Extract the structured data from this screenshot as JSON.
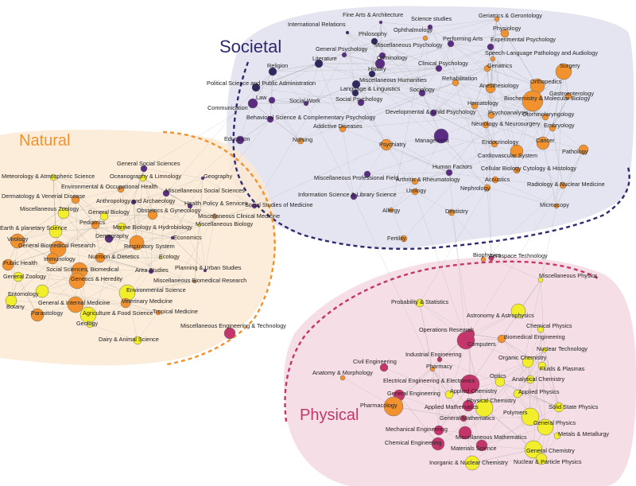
{
  "colors": {
    "societal": "#2e2a6e",
    "natural": "#f2922e",
    "physical": "#c4366b",
    "societal_fill": "#d9d9ea",
    "natural_fill": "#fbe8cf",
    "physical_fill": "#f0d2dc",
    "node_purple": "#5a2d82",
    "node_darkpurple": "#2f2760",
    "node_orange": "#f2922e",
    "node_yellow": "#f2ee2b",
    "node_pink": "#c4366b",
    "edge": "#9a9a9a"
  },
  "regions": {
    "societal": {
      "label": "Societal"
    },
    "natural": {
      "label": "Natural"
    },
    "physical": {
      "label": "Physical"
    }
  },
  "nodes": [
    {
      "label": "Fine Arts & Architecture",
      "color": "purple"
    },
    {
      "label": "Science studies",
      "color": "purple"
    },
    {
      "label": "Geriatrics & Gerontology",
      "color": "orange"
    },
    {
      "label": "International Relations",
      "color": "darkpurple"
    },
    {
      "label": "Philosophy",
      "color": "darkpurple"
    },
    {
      "label": "Ophthalmology",
      "color": "orange"
    },
    {
      "label": "Physiology",
      "color": "orange"
    },
    {
      "label": "Performing Arts",
      "color": "purple"
    },
    {
      "label": "Experimental Psychology",
      "color": "purple"
    },
    {
      "label": "General Psychology",
      "color": "purple"
    },
    {
      "label": "Miscellaneous Psychology",
      "color": "purple"
    },
    {
      "label": "Speech-Language Pathology and Audiology",
      "color": "orange"
    },
    {
      "label": "Literature",
      "color": "darkpurple"
    },
    {
      "label": "Criminology",
      "color": "purple"
    },
    {
      "label": "Clinical Psychology",
      "color": "purple"
    },
    {
      "label": "Geriatrics",
      "color": "orange"
    },
    {
      "label": "Surgery",
      "color": "orange"
    },
    {
      "label": "Religion",
      "color": "darkpurple"
    },
    {
      "label": "History",
      "color": "darkpurple"
    },
    {
      "label": "Political Science and Public Administration",
      "color": "darkpurple"
    },
    {
      "label": "Miscellaneous Humanities",
      "color": "darkpurple"
    },
    {
      "label": "Rehabilitation",
      "color": "orange"
    },
    {
      "label": "Anesthesiology",
      "color": "orange"
    },
    {
      "label": "Orthopedics",
      "color": "orange"
    },
    {
      "label": "Language & Linguistics",
      "color": "darkpurple"
    },
    {
      "label": "Sociology",
      "color": "purple"
    },
    {
      "label": "Gastroenterology",
      "color": "orange"
    },
    {
      "label": "Law",
      "color": "purple"
    },
    {
      "label": "Social Work",
      "color": "purple"
    },
    {
      "label": "Social Psychology",
      "color": "purple"
    },
    {
      "label": "Hematology",
      "color": "orange"
    },
    {
      "label": "Biochemistry & Molecular Biology",
      "color": "orange"
    },
    {
      "label": "Communication",
      "color": "purple"
    },
    {
      "label": "Developmental & Child Psychology",
      "color": "purple"
    },
    {
      "label": "Psychoanalysis",
      "color": "orange"
    },
    {
      "label": "Otorhinolaryngology",
      "color": "orange"
    },
    {
      "label": "Behavioral Science & Complementary Psychology",
      "color": "purple"
    },
    {
      "label": "Neurology & Neurosurgery",
      "color": "orange"
    },
    {
      "label": "Embryology",
      "color": "orange"
    },
    {
      "label": "Addictive Diseases",
      "color": "orange"
    },
    {
      "label": "Education",
      "color": "purple"
    },
    {
      "label": "Nursing",
      "color": "orange"
    },
    {
      "label": "Psychiatry",
      "color": "orange"
    },
    {
      "label": "Management",
      "color": "purple"
    },
    {
      "label": "Endocrinology",
      "color": "orange"
    },
    {
      "label": "Cancer",
      "color": "orange"
    },
    {
      "label": "Pathology",
      "color": "orange"
    },
    {
      "label": "Cardiovascular System",
      "color": "orange"
    },
    {
      "label": "Cellular Biology Cytology & Histology",
      "color": "orange"
    },
    {
      "label": "Human Factors",
      "color": "purple"
    },
    {
      "label": "Miscellaneous Professional Field",
      "color": "purple"
    },
    {
      "label": "Arthritis & Rheumatology",
      "color": "orange"
    },
    {
      "label": "Acoustics",
      "color": "orange"
    },
    {
      "label": "Radiology & Nuclear Medicine",
      "color": "orange"
    },
    {
      "label": "Information Science & Library Science",
      "color": "purple"
    },
    {
      "label": "Urology",
      "color": "orange"
    },
    {
      "label": "Nephrology",
      "color": "orange"
    },
    {
      "label": "Microscopy",
      "color": "orange"
    },
    {
      "label": "Allergy",
      "color": "orange"
    },
    {
      "label": "Dentistry",
      "color": "orange"
    },
    {
      "label": "Fertility",
      "color": "orange"
    },
    {
      "label": "General Social Sciences",
      "color": "purple"
    },
    {
      "label": "Oceanography & Limnology",
      "color": "yellow"
    },
    {
      "label": "Meteorology & Atmospheric Science",
      "color": "yellow"
    },
    {
      "label": "Geography",
      "color": "purple"
    },
    {
      "label": "Environmental & Occupational Health",
      "color": "orange"
    },
    {
      "label": "Miscellaneous Social Sciences",
      "color": "purple"
    },
    {
      "label": "Dermatology & Venerial Disease",
      "color": "orange"
    },
    {
      "label": "Anthropology and Archaeology",
      "color": "purple"
    },
    {
      "label": "Health Policy & Services",
      "color": "purple"
    },
    {
      "label": "Social Studies of Medicine",
      "color": "purple"
    },
    {
      "label": "Miscellaneous Zoology",
      "color": "yellow"
    },
    {
      "label": "General Biology",
      "color": "yellow"
    },
    {
      "label": "Obstetrics & Gynecology",
      "color": "orange"
    },
    {
      "label": "Miscellaneous Clinical Medicine",
      "color": "orange"
    },
    {
      "label": "Pediatrics",
      "color": "orange"
    },
    {
      "label": "Miscellaneous Biology",
      "color": "yellow"
    },
    {
      "label": "Earth & planetary Science",
      "color": "yellow"
    },
    {
      "label": "Marine Biology & Hydrobiology",
      "color": "yellow"
    },
    {
      "label": "Demography",
      "color": "purple"
    },
    {
      "label": "Economics",
      "color": "purple"
    },
    {
      "label": "Virology",
      "color": "orange"
    },
    {
      "label": "General Biomedical Research",
      "color": "orange"
    },
    {
      "label": "Respiratory System",
      "color": "orange"
    },
    {
      "label": "Immunology",
      "color": "orange"
    },
    {
      "label": "Nutrition & Dietetics",
      "color": "orange"
    },
    {
      "label": "Ecology",
      "color": "yellow"
    },
    {
      "label": "Public Health",
      "color": "orange"
    },
    {
      "label": "Planning & Urban Studies",
      "color": "purple"
    },
    {
      "label": "General Zoology",
      "color": "yellow"
    },
    {
      "label": "Social Sciences, Biomedical",
      "color": "orange"
    },
    {
      "label": "Area Studies",
      "color": "purple"
    },
    {
      "label": "Genetics & Heredity",
      "color": "orange"
    },
    {
      "label": "Miscellaneous Biomedical Research",
      "color": "orange"
    },
    {
      "label": "Entomology",
      "color": "yellow"
    },
    {
      "label": "Environmental Science",
      "color": "yellow"
    },
    {
      "label": "Botany",
      "color": "yellow"
    },
    {
      "label": "General & Internal Medicine",
      "color": "orange"
    },
    {
      "label": "Veterinary Medicine",
      "color": "orange"
    },
    {
      "label": "Parasitology",
      "color": "orange"
    },
    {
      "label": "Agriculture & Food Science",
      "color": "yellow"
    },
    {
      "label": "Tropical Medicine",
      "color": "orange"
    },
    {
      "label": "Geology",
      "color": "yellow"
    },
    {
      "label": "Miscellaneous Engineering & Technology",
      "color": "pink"
    },
    {
      "label": "Dairy & Animal Science",
      "color": "yellow"
    },
    {
      "label": "Biophysics",
      "color": "orange"
    },
    {
      "label": "Aerospace Technology",
      "color": "pink"
    },
    {
      "label": "Miscellaneous Physics",
      "color": "yellow"
    },
    {
      "label": "Probability & Statistics",
      "color": "yellow"
    },
    {
      "label": "Astronomy & Astrophysics",
      "color": "yellow"
    },
    {
      "label": "Chemical Physics",
      "color": "yellow"
    },
    {
      "label": "Operations Research",
      "color": "pink"
    },
    {
      "label": "Computers",
      "color": "pink"
    },
    {
      "label": "Biomedical Engineering",
      "color": "orange"
    },
    {
      "label": "Nuclear Technology",
      "color": "yellow"
    },
    {
      "label": "Civil Engineering",
      "color": "pink"
    },
    {
      "label": "Industrial Engineering",
      "color": "pink"
    },
    {
      "label": "Organic Chemistry",
      "color": "yellow"
    },
    {
      "label": "Fluids & Plasmas",
      "color": "yellow"
    },
    {
      "label": "Anatomy & Morphology",
      "color": "orange"
    },
    {
      "label": "Pharmacy",
      "color": "orange"
    },
    {
      "label": "Optics",
      "color": "yellow"
    },
    {
      "label": "Analytical Chemistry",
      "color": "yellow"
    },
    {
      "label": "Electrical Engineering & Electronics",
      "color": "pink"
    },
    {
      "label": "Applied Chemistry",
      "color": "yellow"
    },
    {
      "label": "Applied Physics",
      "color": "yellow"
    },
    {
      "label": "General Engineering",
      "color": "pink"
    },
    {
      "label": "Physical Chemistry",
      "color": "yellow"
    },
    {
      "label": "Pharmacology",
      "color": "orange"
    },
    {
      "label": "Applied Mathematics",
      "color": "pink"
    },
    {
      "label": "Solid State Physics",
      "color": "yellow"
    },
    {
      "label": "Polymers",
      "color": "yellow"
    },
    {
      "label": "General Mathematics",
      "color": "pink"
    },
    {
      "label": "General Physics",
      "color": "yellow"
    },
    {
      "label": "Mechanical Engineering",
      "color": "pink"
    },
    {
      "label": "Miscellaneous Mathematics",
      "color": "pink"
    },
    {
      "label": "Metals & Metallurgy",
      "color": "yellow"
    },
    {
      "label": "Chemical Engineering",
      "color": "pink"
    },
    {
      "label": "Materials Science",
      "color": "pink"
    },
    {
      "label": "General Chemistry",
      "color": "yellow"
    },
    {
      "label": "Inorganic & Nuclear Chemistry",
      "color": "yellow"
    },
    {
      "label": "Nuclear & Particle Physics",
      "color": "yellow"
    }
  ]
}
